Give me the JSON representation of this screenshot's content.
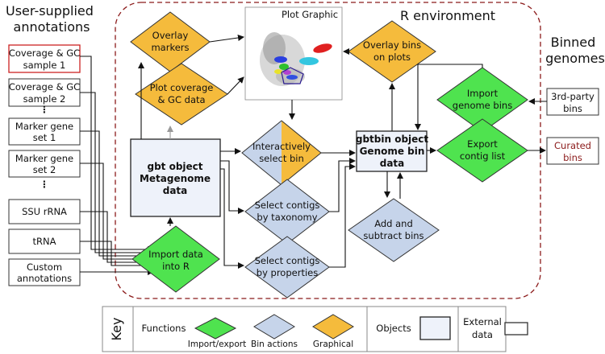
{
  "headings": {
    "user_annotations": [
      "User-supplied",
      "annotations"
    ],
    "r_environment": "R environment",
    "binned_genomes": [
      "Binned",
      "genomes"
    ]
  },
  "inputs": [
    [
      "Coverage & GC",
      "sample 1"
    ],
    [
      "Coverage & GC",
      "sample 2"
    ],
    [
      "⋮"
    ],
    [
      "Marker gene",
      "set 1"
    ],
    [
      "Marker gene",
      "set 2"
    ],
    [
      "⋮"
    ],
    [
      "SSU rRNA"
    ],
    [
      "tRNA"
    ],
    [
      "Custom",
      "annotations"
    ]
  ],
  "nodes": {
    "overlay_markers": [
      "Overlay",
      "markers"
    ],
    "plot_coverage": [
      "Plot coverage",
      "& GC data"
    ],
    "plot_graphic": "Plot Graphic",
    "gbt_object": [
      "gbt object",
      "Metagenome",
      "data"
    ],
    "import_data": [
      "Import data",
      "into R"
    ],
    "interactive_select": [
      "Interactively",
      "select bin"
    ],
    "select_taxonomy": [
      "Select contigs",
      "by taxonomy"
    ],
    "select_properties": [
      "Select contigs",
      "by properties"
    ],
    "overlay_bins": [
      "Overlay bins",
      "on plots"
    ],
    "gbtbin_object": [
      "gbtbin object",
      "Genome bin",
      "data"
    ],
    "add_subtract": [
      "Add and",
      "subtract bins"
    ],
    "import_genome_bins": [
      "Import",
      "genome bins"
    ],
    "export_contig": [
      "Export",
      "contig list"
    ],
    "third_party_bins": [
      "3rd-party",
      "bins"
    ],
    "curated_bins": [
      "Curated",
      "bins"
    ]
  },
  "key": {
    "title": "Key",
    "functions": "Functions",
    "import_export": "Import/export",
    "bin_actions": "Bin actions",
    "graphical": "Graphical",
    "objects": "Objects",
    "external": [
      "External",
      "data"
    ]
  },
  "colors": {
    "green": "#4fe34f",
    "blue": "#c6d4ea",
    "orange": "#f5bb3c",
    "r_env_border": "#8b1a1a",
    "red_highlight": "#cc2222",
    "curated_text": "#8b1a1a"
  }
}
